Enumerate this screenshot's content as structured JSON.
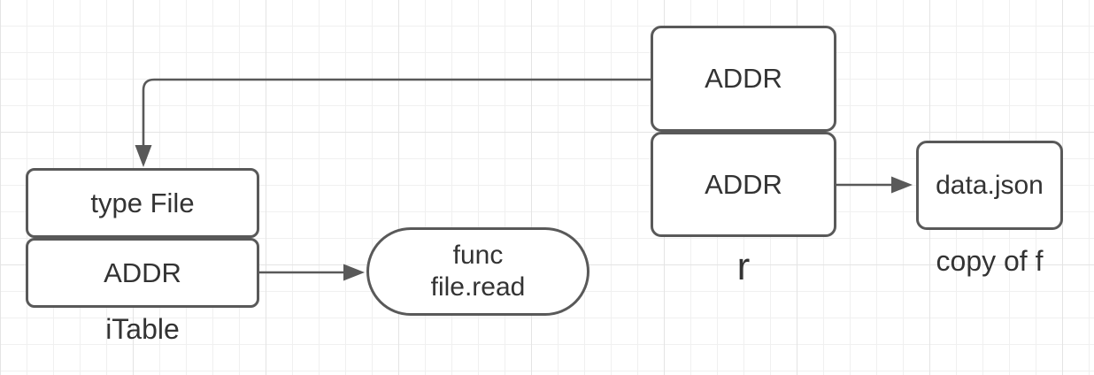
{
  "colors": {
    "stroke": "#595959",
    "text": "#333333",
    "canvas_bg": "#ffffff",
    "grid_minor": "#f0f0f0",
    "grid_major": "#e4e4e4"
  },
  "nodes": {
    "itable": {
      "row1": "type File",
      "row2": "ADDR",
      "caption": "iTable"
    },
    "r": {
      "row1": "ADDR",
      "row2": "ADDR",
      "caption": "r"
    },
    "func": {
      "line1": "func",
      "line2": "file.read"
    },
    "file_copy": {
      "title": "data.json",
      "caption": "copy of f"
    }
  }
}
